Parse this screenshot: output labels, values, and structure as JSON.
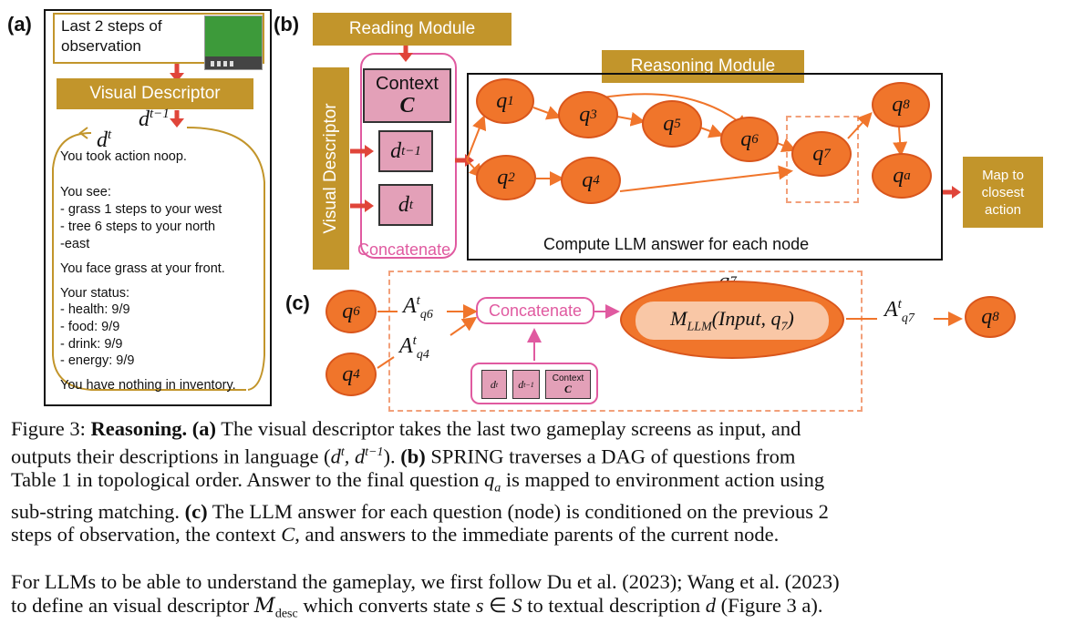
{
  "panels": {
    "a": "(a)",
    "b": "(b)",
    "c": "(c)"
  },
  "panel_a": {
    "obs_title": "Last 2 steps of\nobservation",
    "visual_descriptor": "Visual Descriptor",
    "d_t": "d",
    "d_t_sup": "t",
    "d_t1": "d",
    "d_t1_sup": "t−1",
    "lines": [
      "You took action noop.",
      "You see:",
      "- grass 1 steps to your west",
      "- tree 6 steps to your north",
      "-east",
      "You face grass at your front.",
      "Your status:",
      "- health: 9/9",
      "- food: 9/9",
      "- drink: 9/9",
      "- energy: 9/9",
      "You have nothing in inventory."
    ]
  },
  "panel_b": {
    "reading_module": "Reading Module",
    "reasoning_module": "Reasoning Module",
    "visual_descriptor": "Visual Descriptor",
    "context": "Context",
    "context_c": "C",
    "d_t1": "d",
    "d_t1_sup": "t−1",
    "d_t": "d",
    "d_t_sup": "t",
    "concatenate": "Concatenate",
    "compute": "Compute LLM answer for each node",
    "map_action": "Map to\nclosest\naction",
    "nodes": [
      {
        "q": "q",
        "sub": "1"
      },
      {
        "q": "q",
        "sub": "2"
      },
      {
        "q": "q",
        "sub": "3"
      },
      {
        "q": "q",
        "sub": "4"
      },
      {
        "q": "q",
        "sub": "5"
      },
      {
        "q": "q",
        "sub": "6"
      },
      {
        "q": "q",
        "sub": "7"
      },
      {
        "q": "q",
        "sub": "8"
      },
      {
        "q": "q",
        "sub": "a"
      }
    ]
  },
  "panel_c": {
    "q6": {
      "q": "q",
      "sub": "6"
    },
    "q4": {
      "q": "q",
      "sub": "4"
    },
    "q8": {
      "q": "q",
      "sub": "8"
    },
    "q7_top": {
      "q": "q",
      "sub": "7"
    },
    "a_q6": {
      "a": "A",
      "sup": "t",
      "sub": "q6"
    },
    "a_q4": {
      "a": "A",
      "sup": "t",
      "sub": "q4"
    },
    "a_q7": {
      "a": "A",
      "sup": "t",
      "sub": "q7"
    },
    "concatenate": "Concatenate",
    "mllm": "M",
    "mllm_sub": "LLM",
    "mllm_args": "(Input, q",
    "mllm_args_sub": "7",
    "mllm_close": ")",
    "small_dt": "d",
    "small_dt_sup": "t",
    "small_dt1": "d",
    "small_dt1_sup": "t−1",
    "small_context": "Context",
    "small_c": "C"
  },
  "caption": {
    "fig": "Figure 3: ",
    "bold_title": "Reasoning.",
    "line1_rest": " The visual descriptor takes the last two gameplay screens as input, and",
    "a_label": "(a)",
    "line2a": "outputs their descriptions in language (",
    "line2_math": "d",
    "line2_sup1": "t",
    "line2_comma": ", d",
    "line2_sup2": "t−1",
    "line2b": "). ",
    "b_label": "(b)",
    "line2c": " SPRING traverses a DAG of questions from",
    "line3a": "Table 1 in topological order. Answer to the final question ",
    "line3_q": "q",
    "line3_sub": "a",
    "line3b": " is mapped to environment action using",
    "line4a": "sub-string matching. ",
    "c_label": "(c)",
    "line4b": " The LLM answer for each question (node) is conditioned on the previous 2",
    "line5a": "steps of observation, the context ",
    "line5_c": "C",
    "line5b": ", and answers to the immediate parents of the current node."
  },
  "body_text": {
    "line1": "For LLMs to be able to understand the gameplay, we first follow Du et al. (2023); Wang et al. (2023)",
    "line2a": "to define an visual descriptor ",
    "line2_m": "M",
    "line2_sub": "desc",
    "line2b": " which converts state ",
    "line2_s": "s",
    "line2_in": " ∈ ",
    "line2_S": "S",
    "line2c": " to textual description ",
    "line2_d": "d",
    "line2d": " (Figure 3 a)."
  },
  "colors": {
    "gold": "#c2952b",
    "orange": "#f0752b",
    "pink": "#e3a0b8",
    "magenta": "#e05aa0",
    "red_arrow": "#e0453a"
  }
}
